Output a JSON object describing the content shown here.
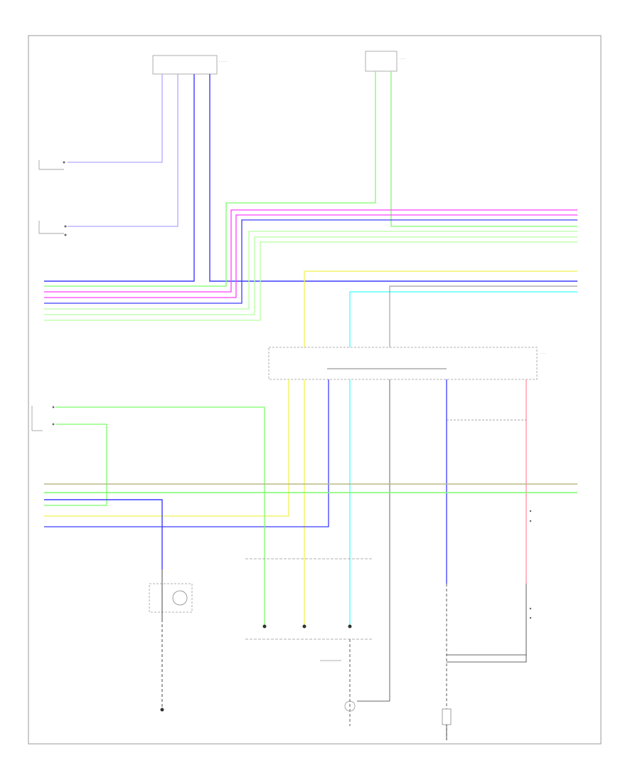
{
  "diagram": {
    "frame_code": "",
    "colors": {
      "blue": "#3c3cff",
      "violet": "#b0a8ff",
      "green": "#7cfc6a",
      "light_green": "#b6ffa2",
      "magenta": "#ff40ff",
      "yellow": "#f0f050",
      "cyan": "#40ffff",
      "olive": "#b8b888",
      "pink": "#ff8fa0",
      "gray": "#777777",
      "black": "#222222"
    },
    "components": [
      {
        "id": "top-left-connector",
        "label": ""
      },
      {
        "id": "top-right-connector",
        "label": ""
      },
      {
        "id": "left-switch-1",
        "label": ""
      },
      {
        "id": "left-switch-2",
        "label": ""
      },
      {
        "id": "center-module",
        "label": ""
      },
      {
        "id": "left-mid-switch",
        "label": ""
      },
      {
        "id": "lamp-bottom-left",
        "label": ""
      },
      {
        "id": "ground-bottom-left",
        "label": ""
      },
      {
        "id": "connector-bottom-center",
        "label": ""
      },
      {
        "id": "motor-bottom-right",
        "label": ""
      }
    ]
  }
}
